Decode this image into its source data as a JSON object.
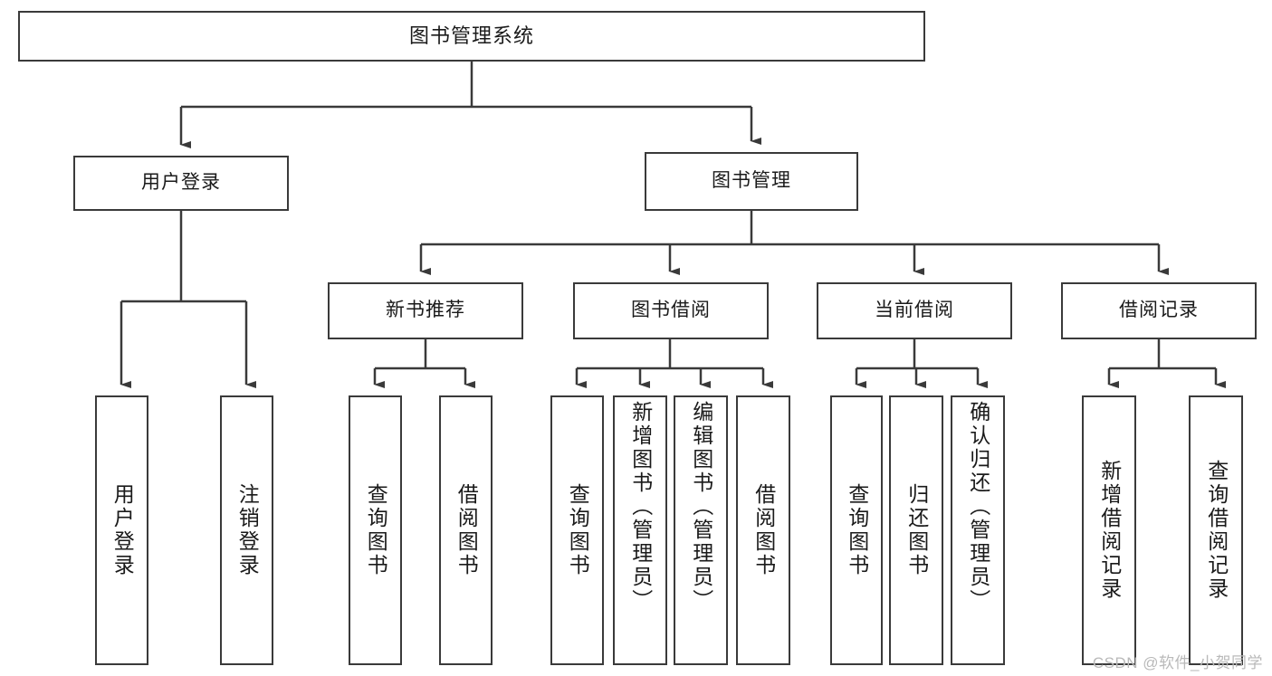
{
  "diagram": {
    "type": "tree-hierarchy-flowchart",
    "root": {
      "label": "图书管理系统"
    },
    "level2": [
      {
        "label": "用户登录"
      },
      {
        "label": "图书管理"
      }
    ],
    "level3": [
      {
        "label": "新书推荐"
      },
      {
        "label": "图书借阅"
      },
      {
        "label": "当前借阅"
      },
      {
        "label": "借阅记录"
      }
    ],
    "leaves": {
      "user_login": [
        {
          "label": "用户登录"
        },
        {
          "label": "注销登录"
        }
      ],
      "new_book_recommend": [
        {
          "label": "查询图书"
        },
        {
          "label": "借阅图书"
        }
      ],
      "book_borrow": [
        {
          "label": "查询图书"
        },
        {
          "label": "新增图书（管理员）"
        },
        {
          "label": "编辑图书（管理员）"
        },
        {
          "label": "借阅图书"
        }
      ],
      "current_borrow": [
        {
          "label": "查询图书"
        },
        {
          "label": "归还图书"
        },
        {
          "label": "确认归还（管理员）"
        }
      ],
      "borrow_record": [
        {
          "label": "新增借阅记录"
        },
        {
          "label": "查询借阅记录"
        }
      ]
    }
  },
  "watermark": {
    "text": "CSDN @软件_小贺同学"
  },
  "colors": {
    "stroke": "#3a3a3a",
    "box_fill": "#ffffff",
    "text": "#1a1a1a",
    "watermark": "#b9b9b9"
  }
}
